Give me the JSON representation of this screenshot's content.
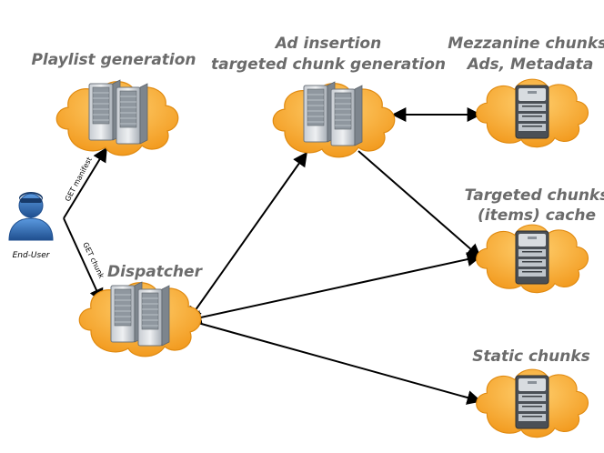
{
  "nodes": {
    "playlist": {
      "label": "Playlist generation"
    },
    "adinsert": {
      "label_line1": "Ad insertion",
      "label_line2": "targeted chunk generation"
    },
    "mezzanine": {
      "label_line1": "Mezzanine chunks,",
      "label_line2": "Ads, Metadata"
    },
    "targeted": {
      "label_line1": "Targeted chunks",
      "label_line2": "(items) cache"
    },
    "dispatcher": {
      "label": "Dispatcher"
    },
    "static": {
      "label": "Static chunks"
    },
    "enduser": {
      "label": "End-User"
    }
  },
  "edges": {
    "get_manifest": "GET manifest",
    "get_chunk": "GET chunk"
  },
  "colors": {
    "cloud_fill": "#f6a62a",
    "cloud_stroke": "#e08a10",
    "server_light": "#d9dde2",
    "server_dark": "#8a9199",
    "user_blue": "#2f6fb8",
    "label_gray": "#6b6b6b"
  }
}
